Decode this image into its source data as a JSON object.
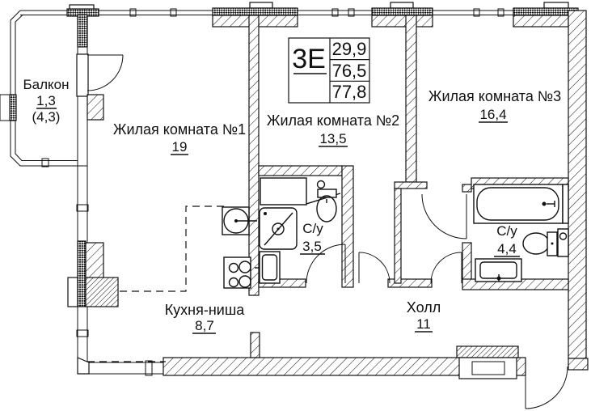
{
  "floor_plan": {
    "title_block": {
      "layout_code": "3Е",
      "values": [
        "29,9",
        "76,5",
        "77,8"
      ]
    },
    "rooms": [
      {
        "id": "balcony",
        "name": "Балкон",
        "area": "1,3",
        "area_alt": "(4,3)"
      },
      {
        "id": "living-room-1",
        "name": "Жилая комната №1",
        "area": "19"
      },
      {
        "id": "living-room-2",
        "name": "Жилая комната №2",
        "area": "13,5"
      },
      {
        "id": "living-room-3",
        "name": "Жилая комната №3",
        "area": "16,4"
      },
      {
        "id": "bathroom-1",
        "name": "С/у",
        "area": "3,5"
      },
      {
        "id": "bathroom-2",
        "name": "С/у",
        "area": "4,4"
      },
      {
        "id": "kitchen-niche",
        "name": "Кухня-ниша",
        "area": "8,7"
      },
      {
        "id": "hall",
        "name": "Холл",
        "area": "11"
      }
    ],
    "line_color": "#111111",
    "background": "#ffffff"
  }
}
